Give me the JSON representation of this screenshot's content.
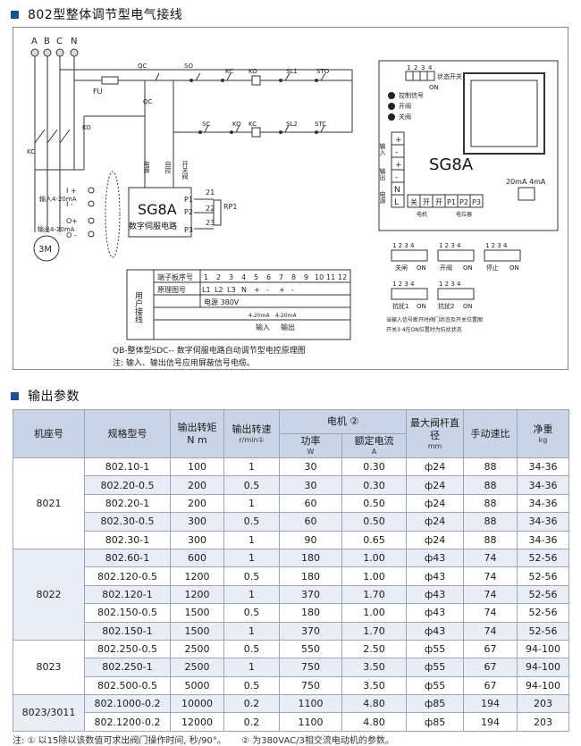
{
  "section1": {
    "title": "802型整体调节型电气接线"
  },
  "section2": {
    "title": "输出参数"
  },
  "diagram": {
    "phases": [
      "A",
      "B",
      "C",
      "N"
    ],
    "fuse": "FU",
    "labels": {
      "qc": "QC",
      "qc2": "QC",
      "kc": "KC",
      "ko": "KO",
      "kc2": "KC",
      "ko2": "KO",
      "so": "SO",
      "sc": "SC",
      "sl1": "SL1",
      "sl2": "SL2",
      "sto": "STO",
      "stc": "STC",
      "kc_mid": "KC",
      "ko_mid": "KO",
      "power_v": "电源",
      "self_ctrl": "自控",
      "switch_valve": "开关阀",
      "in1": "I +",
      "in2": "I -",
      "in_label": "输入4-20mA",
      "out1": "O+",
      "out2": "O -",
      "out_label": "输出4-20mA",
      "box_title": "SG8A",
      "box_sub": "数字伺服电路",
      "p1": "P1",
      "p2": "P2",
      "p3": "P3",
      "n21": "21",
      "n22": "22",
      "n23": "23",
      "rp1": "RP1",
      "motor": "3M"
    },
    "sg8a": {
      "switch_label": "状态开关",
      "on": "ON",
      "ctrl": "控制信号",
      "open": "开阀",
      "close": "关阀",
      "title": "SG8A",
      "range": "20mA 4mA",
      "left_col": [
        "+",
        "-",
        "+",
        "-",
        "N",
        "L"
      ],
      "left_groups": [
        "输入",
        "输出",
        "电源"
      ],
      "bottom_cells": [
        "关",
        "开",
        "开",
        "P1",
        "P2",
        "P3"
      ],
      "bottom_groups": [
        "电机",
        "电位器"
      ],
      "sw_nums": [
        "1",
        "2",
        "3",
        "4"
      ]
    },
    "dip": {
      "states": [
        {
          "label": "关闸",
          "on": "ON"
        },
        {
          "label": "开阀",
          "on": "ON"
        },
        {
          "label": "停止",
          "on": "ON"
        },
        {
          "label": "抗扰1",
          "on": "ON"
        },
        {
          "label": "抗扰2",
          "on": "ON"
        }
      ],
      "note1": "当输入信号断开时阀门状态及开关位置图",
      "note2": "开关3·4在ON位置时为抗扰状态"
    },
    "terminal": {
      "side_label": "用户接线",
      "row1_label": "端子板序号",
      "nums": [
        "1",
        "2",
        "3",
        "4",
        "5",
        "6",
        "7",
        "8",
        "9",
        "10",
        "11",
        "12"
      ],
      "row2_label": "原理图号",
      "codes": [
        "L1",
        "L2",
        "L3",
        "N",
        "+",
        "-",
        "+",
        "-",
        "",
        "",
        "",
        ""
      ],
      "power": "电源 380V",
      "in_range": "4-20mA",
      "out_range": "4-20mA",
      "in": "输入",
      "out": "输出"
    },
    "caption1": "QB-整体型SDC-- 数字伺服电路自动调节型电控原理图",
    "caption2": "注:    输入、输出信号应用屏蔽信号电缆。"
  },
  "table": {
    "headers": {
      "base": "机座号",
      "model": "规格型号",
      "torque": "输出转矩",
      "torque_unit": "N m",
      "speed": "输出转速",
      "speed_unit": "r/min①",
      "motor": "电机 ②",
      "power": "功率",
      "power_unit": "W",
      "current": "额定电流",
      "current_unit": "A",
      "stem": "最大阀杆直径",
      "stem_unit": "mm",
      "ratio": "手动速比",
      "weight": "净重",
      "weight_unit": "kg"
    },
    "groups": [
      {
        "base": "8021",
        "rows": [
          [
            "802.10-1",
            "100",
            "1",
            "30",
            "0.30",
            "ф24",
            "88",
            "34-36"
          ],
          [
            "802.20-0.5",
            "200",
            "0.5",
            "30",
            "0.30",
            "ф24",
            "88",
            "34-36"
          ],
          [
            "802.20-1",
            "200",
            "1",
            "60",
            "0.50",
            "ф24",
            "88",
            "34-36"
          ],
          [
            "802.30-0.5",
            "300",
            "0.5",
            "60",
            "0.50",
            "ф24",
            "88",
            "34-36"
          ],
          [
            "802.30-1",
            "300",
            "1",
            "90",
            "0.65",
            "ф24",
            "88",
            "34-36"
          ]
        ]
      },
      {
        "base": "8022",
        "rows": [
          [
            "802.60-1",
            "600",
            "1",
            "180",
            "1.00",
            "ф43",
            "74",
            "52-56"
          ],
          [
            "802.120-0.5",
            "1200",
            "0.5",
            "180",
            "1.00",
            "ф43",
            "74",
            "52-56"
          ],
          [
            "802.120-1",
            "1200",
            "1",
            "370",
            "1.70",
            "ф43",
            "74",
            "52-56"
          ],
          [
            "802.150-0.5",
            "1500",
            "0.5",
            "180",
            "1.00",
            "ф43",
            "74",
            "52-56"
          ],
          [
            "802.150-1",
            "1500",
            "1",
            "370",
            "1.70",
            "ф43",
            "74",
            "52-56"
          ]
        ]
      },
      {
        "base": "8023",
        "rows": [
          [
            "802.250-0.5",
            "2500",
            "0.5",
            "550",
            "2.50",
            "ф55",
            "67",
            "94-100"
          ],
          [
            "802.250-1",
            "2500",
            "1",
            "750",
            "3.50",
            "ф55",
            "67",
            "94-100"
          ],
          [
            "802.500-0.5",
            "5000",
            "0.5",
            "750",
            "3.50",
            "ф55",
            "67",
            "94-100"
          ]
        ]
      },
      {
        "base": "8023/3011",
        "rows": [
          [
            "802.1000-0.2",
            "10000",
            "0.2",
            "1100",
            "4.80",
            "ф85",
            "194",
            "203"
          ],
          [
            "802.1200-0.2",
            "12000",
            "0.2",
            "1100",
            "4.80",
            "ф85",
            "194",
            "203"
          ]
        ]
      }
    ]
  },
  "notes": {
    "note1": "注: ① 以15除以该数值可求出阀门操作时间, 秒/90°。",
    "note2": "② 为380VAC/3相交流电动机的参数。"
  }
}
